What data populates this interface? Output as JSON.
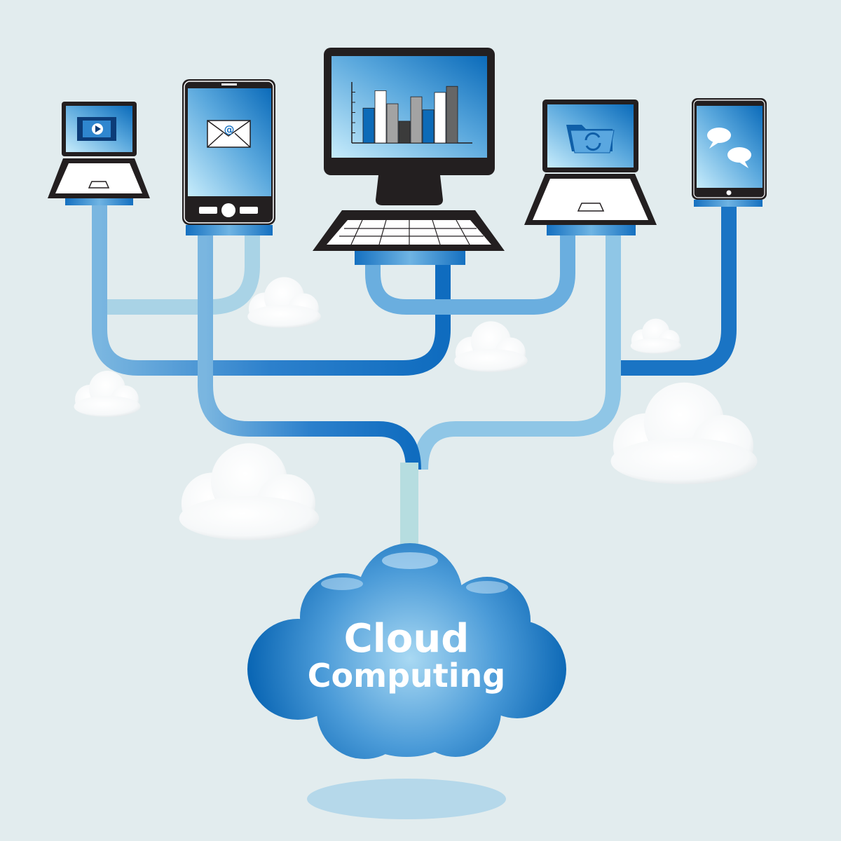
{
  "cloud": {
    "line1": "Cloud",
    "line2": "Computing"
  },
  "colors": {
    "background": "#e2ecee",
    "pipe_dark": "#1a74c4",
    "pipe_light": "#b6dde0",
    "device": "#231f20",
    "cloud_dark": "#0a68b6",
    "cloud_light": "#9bd0ef"
  },
  "devices": [
    {
      "name": "laptop-left",
      "screen_icon": "video-play-icon"
    },
    {
      "name": "smartphone",
      "screen_icon": "email-envelope-icon",
      "screen_text": "@"
    },
    {
      "name": "desktop-monitor",
      "screen_icon": "bar-chart-icon"
    },
    {
      "name": "laptop-right",
      "screen_icon": "folder-sync-icon"
    },
    {
      "name": "tablet",
      "screen_icon": "chat-bubbles-icon"
    }
  ],
  "monitor_chart": {
    "type": "bar",
    "values": [
      4,
      6,
      4.5,
      2.5,
      5.3,
      3.8,
      5.8,
      6.5
    ],
    "colors": [
      "#0d6bb8",
      "#ffffff",
      "#a3a3a3",
      "#3b3b3b",
      "#a3a3a3",
      "#0d6bb8",
      "#ffffff",
      "#666666"
    ],
    "ylim": [
      0,
      7
    ]
  }
}
